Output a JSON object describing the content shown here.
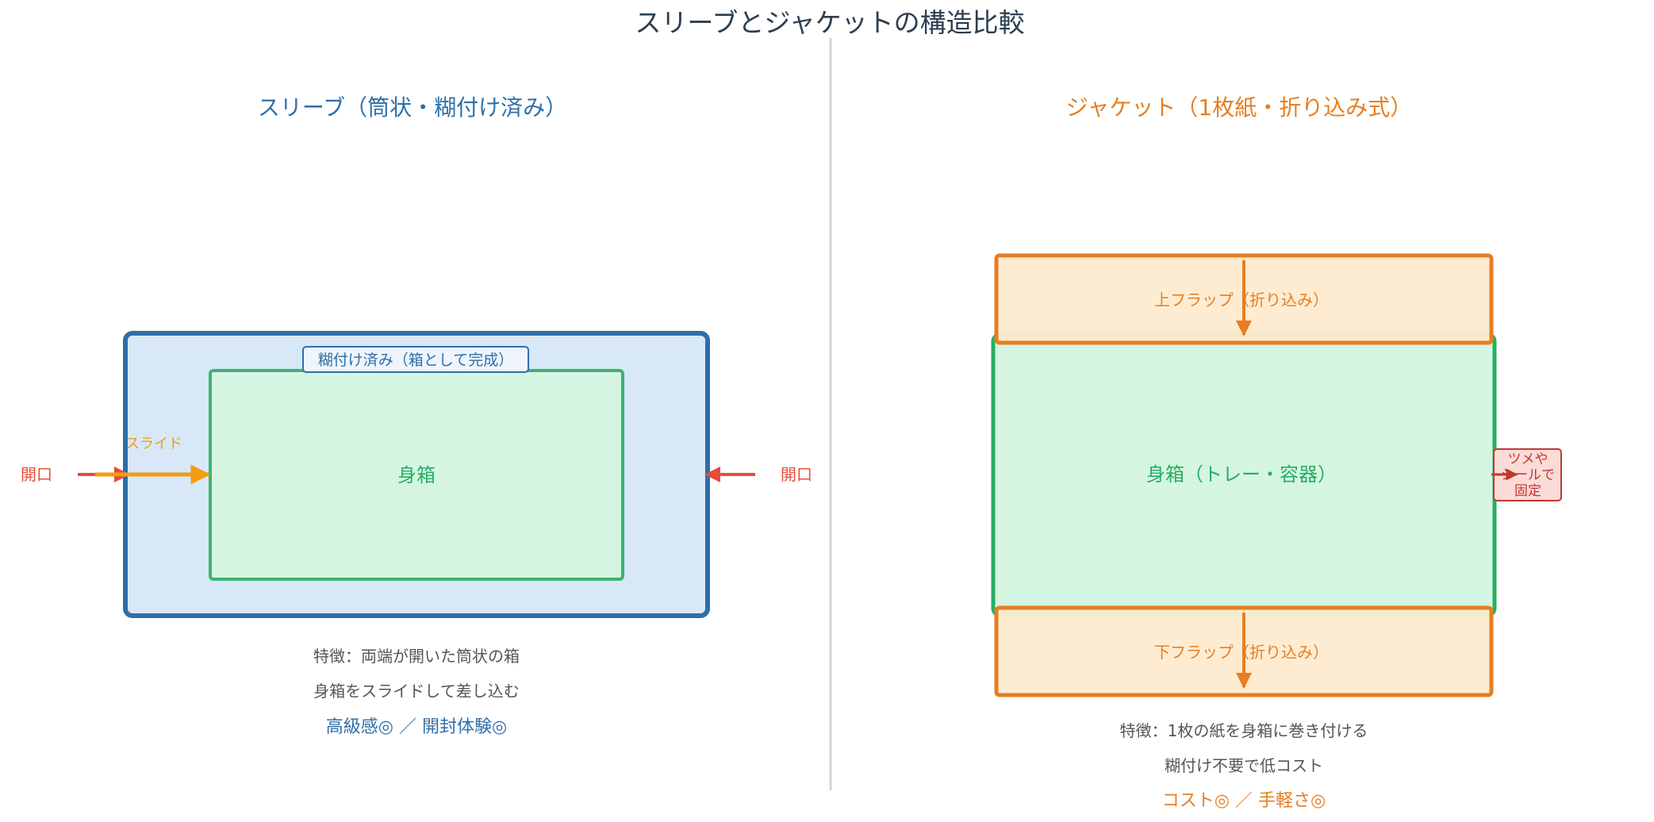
{
  "title": "スリーブとジャケットの構造比較",
  "colors": {
    "title": "#2c3e50",
    "sleeve": "#2e6fa8",
    "sleeve_fill": "#d8e8f7",
    "box_green": "#27ae60",
    "box_fill": "#d5f5e3",
    "jacket": "#e67e22",
    "jacket_fill": "#fdebd0",
    "opening": "#e74c3c",
    "slide": "#f39c12",
    "text_gray": "#555555",
    "divider": "#d5d5d5"
  },
  "sleeve": {
    "heading": "スリーブ（筒状・糊付け済み）",
    "glued_label": "糊付け済み（箱として完成）",
    "body_label": "身箱",
    "slide_label": "スライド",
    "opening_left": "開口",
    "opening_right": "開口",
    "feature_1": "特徴：両端が開いた筒状の箱",
    "feature_2": "身箱をスライドして差し込む",
    "rating": "高級感◎ ／ 開封体験◎"
  },
  "jacket": {
    "heading": "ジャケット（1枚紙・折り込み式）",
    "top_flap": "上フラップ（折り込み）",
    "bottom_flap": "下フラップ（折り込み）",
    "body_label": "身箱（トレー・容器）",
    "fix_label_1": "ツメや",
    "fix_label_2": "シールで",
    "fix_label_3": "固定",
    "feature_1": "特徴：1枚の紙を身箱に巻き付ける",
    "feature_2": "糊付け不要で低コスト",
    "rating": "コスト◎ ／ 手軽さ◎"
  }
}
